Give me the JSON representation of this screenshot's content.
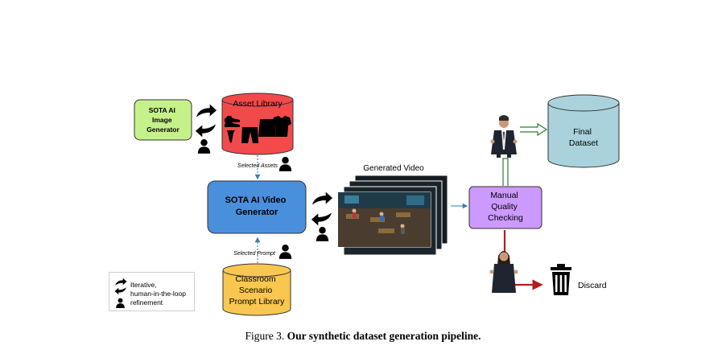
{
  "nodes": {
    "image_generator": {
      "lines": [
        "SOTA AI",
        "Image",
        "Generator"
      ]
    },
    "asset_library": {
      "label": "Asset Library"
    },
    "video_generator": {
      "lines": [
        "SOTA AI Video",
        "Generator"
      ]
    },
    "prompt_library": {
      "lines": [
        "Classroom",
        "Scenario",
        "Prompt Library"
      ]
    },
    "generated_video": {
      "label": "Generated Video"
    },
    "quality_check": {
      "lines": [
        "Manual",
        "Quality",
        "Checking"
      ]
    },
    "final_dataset": {
      "lines": [
        "Final",
        "Dataset"
      ]
    },
    "discard": {
      "label": "Discard"
    }
  },
  "edges": {
    "selected_assets": "Selected Assets",
    "selected_prompt": "Selected Prompt"
  },
  "legend": {
    "lines": [
      "Iterative,",
      "human-in-the-loop",
      "refinement"
    ]
  },
  "caption": {
    "prefix": "Figure 3.",
    "title": "Our synthetic dataset generation pipeline."
  },
  "colors": {
    "image_generator": "#c6f08a",
    "asset_library": "#f24a4a",
    "video_generator": "#4a8fdc",
    "prompt_library": "#f9c74f",
    "quality_check": "#cc99ff",
    "final_dataset": "#a9d2dc",
    "approve_arrow": "#2e7d32",
    "reject_arrow": "#b71c1c",
    "flow_arrow": "#3a7fb0"
  }
}
